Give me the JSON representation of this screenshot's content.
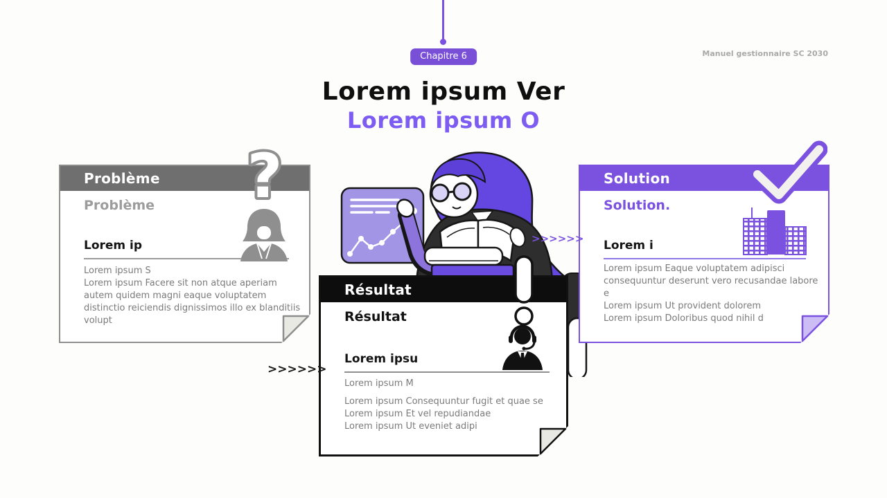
{
  "slide": {
    "chapter_badge": "Chapitre 6",
    "corner_note": "Manuel gestionnaire SC 2030",
    "title_black": "Lorem ipsum Ver",
    "title_purple": "Lorem ipsum O",
    "arrow_left": ">>>>>>",
    "arrow_right": ">>>>>>"
  },
  "palette": {
    "accent_purple": "#7b52e0",
    "title_purple": "#7d5cf2",
    "gray_theme": "#6f6f6f",
    "black_theme": "#0d0d0d",
    "body_text": "#7a7a7a",
    "background": "#fdfdfc"
  },
  "cards": {
    "problem": {
      "header_label": "Problème",
      "subtitle": "Problème",
      "heading": "Lorem ip",
      "body_line1": "Lorem ipsum S",
      "body_para": "Lorem ipsum Facere sit non atque aperiam autem quidem magni eaque voluptatem distinctio reiciendis dignissimos illo ex blanditiis volupt",
      "icon_top": "question-mark-icon",
      "icon_glyph": "?",
      "icon_side": "businesswoman-icon",
      "theme_color": "#6f6f6f"
    },
    "result": {
      "header_label": "Résultat",
      "subtitle": "Résultat",
      "heading": "Lorem ipsu",
      "body_line1": "Lorem ipsum M",
      "body_lines": [
        "Lorem ipsum Consequuntur fugit et quae se",
        "Lorem ipsum Et vel repudiandae",
        "Lorem ipsum Ut eveniet adipi"
      ],
      "icon_top": "exclamation-icon",
      "icon_side": "support-agent-icon",
      "theme_color": "#0d0d0d"
    },
    "solution": {
      "header_label": "Solution",
      "subtitle": "Solution.",
      "heading": "Lorem i",
      "body_para": "Lorem ipsum Eaque voluptatem adipisci consequuntur deserunt vero recusandae labore e",
      "body_lines": [
        "Lorem ipsum Ut provident dolorem",
        "Lorem ipsum Doloribus quod nihil d"
      ],
      "icon_top": "checkmark-icon",
      "icon_side": "buildings-icon",
      "theme_color": "#7b52e0"
    }
  },
  "illustration": {
    "name": "woman-presenting-chart-illustration"
  }
}
